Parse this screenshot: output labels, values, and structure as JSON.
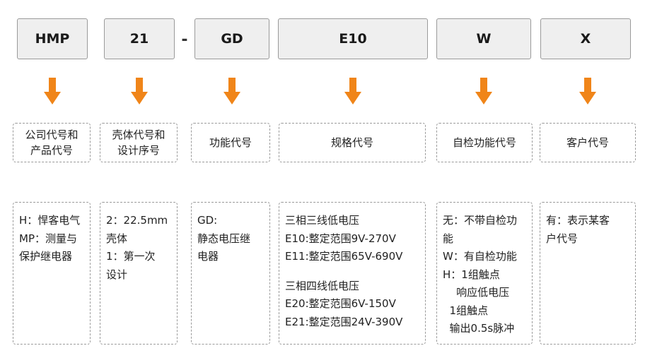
{
  "colors": {
    "arrow": "#f08519",
    "box_fill": "#efefef",
    "border": "#9a9a9a"
  },
  "codes": [
    {
      "id": "hmp",
      "text": "HMP"
    },
    {
      "id": "21",
      "text": "21"
    },
    {
      "id": "gd",
      "text": "GD"
    },
    {
      "id": "e10",
      "text": "E10"
    },
    {
      "id": "w",
      "text": "W"
    },
    {
      "id": "x",
      "text": "X"
    }
  ],
  "separator": "-",
  "labels": [
    "公司代号和\n产品代号",
    "壳体代号和\n设计序号",
    "功能代号",
    "规格代号",
    "自检功能代号",
    "客户代号"
  ],
  "descriptions": [
    [
      "H：悍客电气",
      "MP：测量与",
      "保护继电器"
    ],
    [
      "2：22.5mm",
      "壳体",
      "1：第一次",
      "设计"
    ],
    [
      "GD:",
      "静态电压继",
      "电器"
    ],
    [
      "三相三线低电压",
      "E10:整定范围9V-270V",
      "E11:整定范围65V-690V",
      "",
      "三相四线低电压",
      "E20:整定范围6V-150V",
      "E21:整定范围24V-390V"
    ],
    [
      "无：不带自检功",
      "能",
      "W：有自检功能",
      "H：1组触点",
      "    响应低电压",
      "  1组触点",
      "  输出0.5s脉冲"
    ],
    [
      "有：表示某客",
      "户代号"
    ]
  ]
}
